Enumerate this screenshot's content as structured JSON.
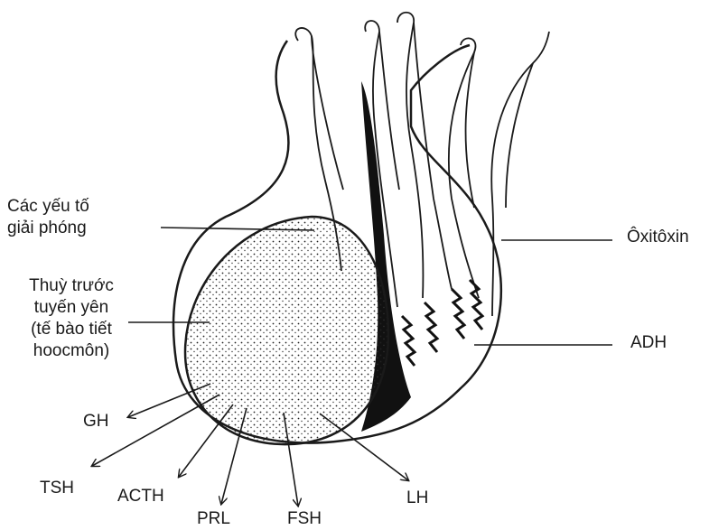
{
  "labels": {
    "releasing_factors": [
      "Các yếu tố",
      "giải phóng"
    ],
    "anterior_pituitary": [
      "Thuỳ trước",
      "tuyến yên",
      "(tế bào tiết",
      "hoocmôn)"
    ],
    "oxytocin": "Ôxitôxin",
    "adh": "ADH",
    "hormones": {
      "gh": "GH",
      "tsh": "TSH",
      "acth": "ACTH",
      "prl": "PRL",
      "fsh": "FSH",
      "lh": "LH"
    }
  }
}
